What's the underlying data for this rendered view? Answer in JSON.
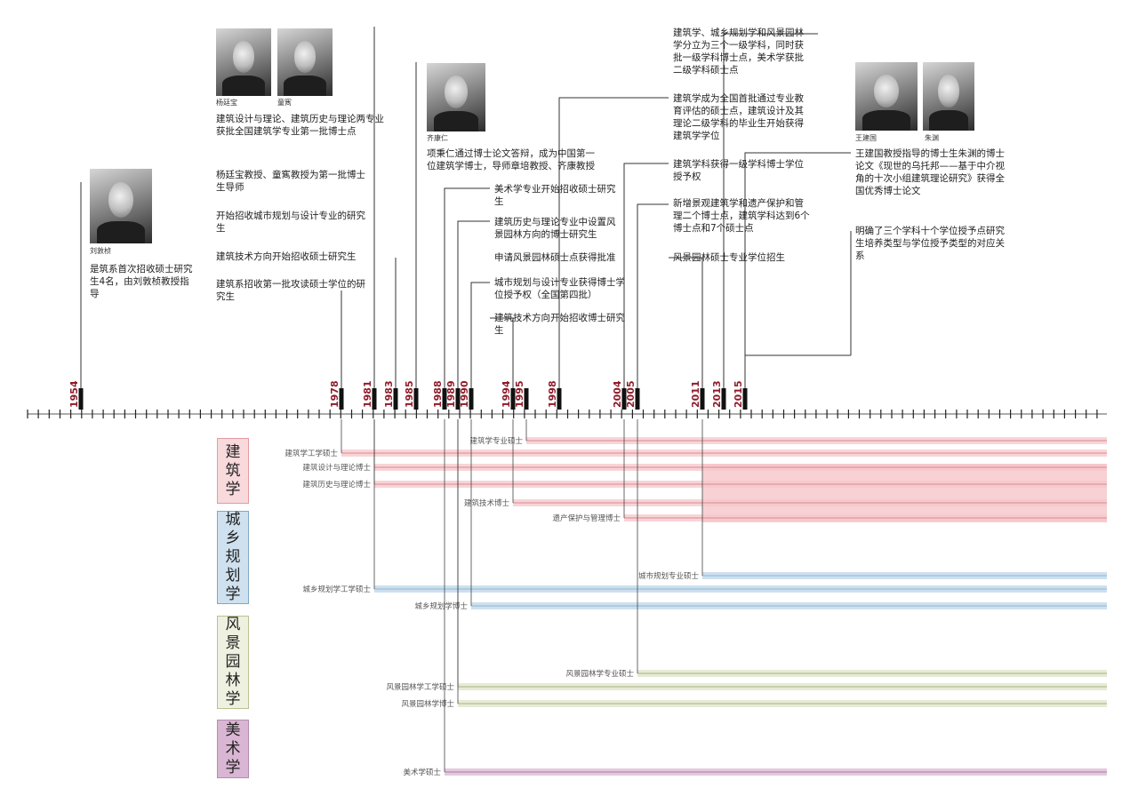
{
  "years": [
    "1954",
    "1978",
    "1981",
    "1983",
    "1985",
    "1988",
    "1989",
    "1990",
    "1994",
    "1995",
    "1998",
    "2004",
    "2005",
    "2011",
    "2013",
    "2015"
  ],
  "disciplines": [
    {
      "name": "建筑学",
      "chars": [
        "建",
        "筑",
        "学"
      ],
      "color": "#f5c6c9"
    },
    {
      "name": "城乡规划学",
      "chars": [
        "城",
        "乡",
        "规",
        "划",
        "学"
      ],
      "color": "#bcd6ea"
    },
    {
      "name": "风景园林学",
      "chars": [
        "风",
        "景",
        "园",
        "林",
        "学"
      ],
      "color": "#dde4c6"
    },
    {
      "name": "美术学",
      "chars": [
        "美",
        "术",
        "学"
      ],
      "color": "#d9b6d3"
    }
  ],
  "people": {
    "p1954": "刘敦桢",
    "p1981a": "杨廷宝",
    "p1981b": "童寯",
    "p1988": "齐康仁",
    "p2015a": "王建国",
    "p2015b": "朱渊"
  },
  "events_top": [
    "是筑系首次招收硕士研究生4名，由刘敦桢教授指导",
    "建筑设计与理论、建筑历史与理论两专业获批全国建筑学专业第一批博士点",
    "杨廷宝教授、童寯教授为第一批博士生导师",
    "开始招收城市规划与设计专业的研究生",
    "建筑技术方向开始招收硕士研究生",
    "建筑系招收第一批攻读硕士学位的研究生",
    "项秉仁通过博士论文答辩，成为中国第一位建筑学博士，导师章培教授、齐康教授",
    "美术学专业开始招收硕士研究生",
    "建筑历史与理论专业中设置风景园林方向的博士研究生",
    "申请风景园林硕士点获得批准",
    "城市规划与设计专业获得博士学位授予权（全国第四批）",
    "建筑技术方向开始招收博士研究生",
    "建筑学、城乡规划学和风景园林学分立为三个一级学科，同时获批一级学科博士点，美术学获批二级学科硕士点",
    "建筑学成为全国首批通过专业教育评估的硕士点，建筑设计及其理论二级学科的毕业生开始获得建筑学学位",
    "建筑学科获得一级学科博士学位授予权",
    "新增景观建筑学和遗产保护和管理二个博士点，建筑学科达到6个博士点和7个硕士点",
    "风景园林硕士专业学位招生",
    "王建国教授指导的博士生朱渊的博士论文《现世的乌托邦——基于中介视角的十次小组建筑理论研究》获得全国优秀博士论文",
    "明确了三个学科十个学位授予点研究生培养类型与学位授予类型的对应关系"
  ],
  "bar_labels": [
    "建筑学专业硕士",
    "建筑学工学硕士",
    "建筑设计与理论博士",
    "建筑历史与理论博士",
    "建筑技术博士",
    "遗产保护与管理博士",
    "城市规划专业硕士",
    "城乡规划学工学硕士",
    "城乡规划学博士",
    "风景园林学专业硕士",
    "风景园林学工学硕士",
    "风景园林学博士",
    "美术学硕士"
  ],
  "colors": {
    "pink": "#f5c6c9",
    "blue": "#bcd6ea",
    "green": "#dde4c6",
    "purple": "#d9b6d3",
    "line_pink": "#d98a93",
    "line_blue": "#8fb6d3",
    "line_green": "#aab08a",
    "line_purple": "#a77ba0",
    "year_text": "#8e1b2a"
  }
}
